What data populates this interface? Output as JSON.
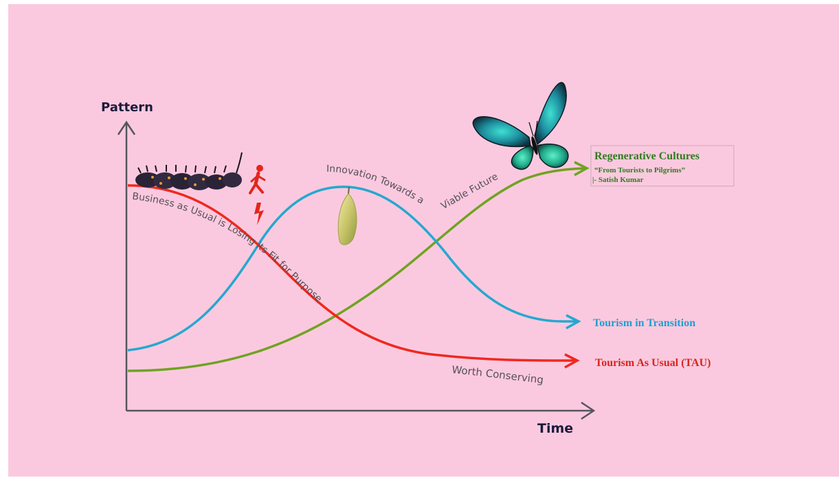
{
  "axes": {
    "y_label": "Pattern",
    "x_label": "Time"
  },
  "annotations": {
    "business_as_usual": "Business as Usual is Losing its Fit for Purpose",
    "innovation": "Innovation Towards a",
    "viable_future": "Viable Future",
    "worth_conserving": "Worth Conserving"
  },
  "regenerative_box": {
    "title": "Regenerative  Cultures",
    "quote": "“From Tourists to Pilgrims”",
    "attribution": "|- Satish Kumar"
  },
  "curves": {
    "transition_label": "Tourism in Transition",
    "tau_label": "Tourism As Usual (TAU)"
  },
  "icons": [
    "caterpillar-icon",
    "walking-person-icon",
    "lightning-icon",
    "chrysalis-icon",
    "butterfly-icon"
  ],
  "colors": {
    "background": "#fbc9df",
    "red_curve": "#f0281e",
    "blue_curve": "#25a8cf",
    "green_curve": "#6fa321",
    "regenerative_text": "#2e7d1e",
    "transition_text": "#1f9fd0",
    "tau_text": "#d8251c",
    "axis": "#55555f"
  }
}
